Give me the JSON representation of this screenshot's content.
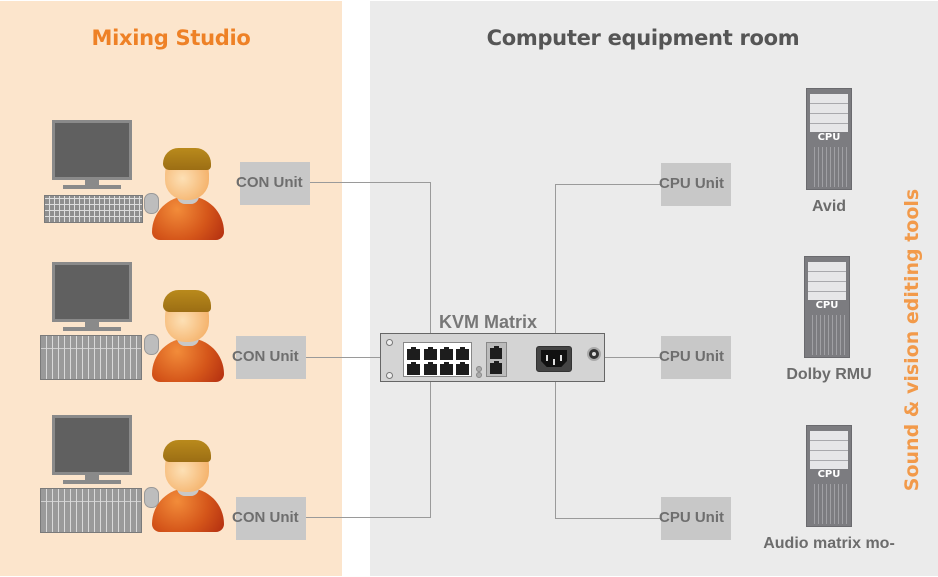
{
  "zones": {
    "studio": {
      "title": "Mixing Studio",
      "color": "#ee8126",
      "background": "#fce5cc"
    },
    "equipment": {
      "title": "Computer equipment room",
      "color": "#555555",
      "background": "#ebebeb"
    }
  },
  "side_label": "Sound & vision editing tools",
  "side_label_color": "#f29a4a",
  "workstations": [
    {
      "input_device": "keyboard",
      "icons": [
        "monitor-icon",
        "keyboard-icon",
        "mouse-icon",
        "user-icon"
      ]
    },
    {
      "input_device": "mixing-console",
      "icons": [
        "monitor-icon",
        "mixing-console-icon",
        "mouse-icon",
        "user-icon"
      ]
    },
    {
      "input_device": "mixing-console",
      "icons": [
        "monitor-icon",
        "mixing-console-icon",
        "mouse-icon",
        "user-icon"
      ]
    }
  ],
  "con_units": [
    {
      "label": "CON Unit"
    },
    {
      "label": "CON Unit"
    },
    {
      "label": "CON Unit"
    }
  ],
  "kvm": {
    "label": "KVM Matrix"
  },
  "cpu_units": [
    {
      "label": "CPU Unit"
    },
    {
      "label": "CPU Unit"
    },
    {
      "label": "CPU Unit"
    }
  ],
  "computers": [
    {
      "badge": "CPU",
      "name": "Avid"
    },
    {
      "badge": "CPU",
      "name": "Dolby RMU"
    },
    {
      "badge": "CPU",
      "name": "Audio matrix mo-"
    }
  ]
}
